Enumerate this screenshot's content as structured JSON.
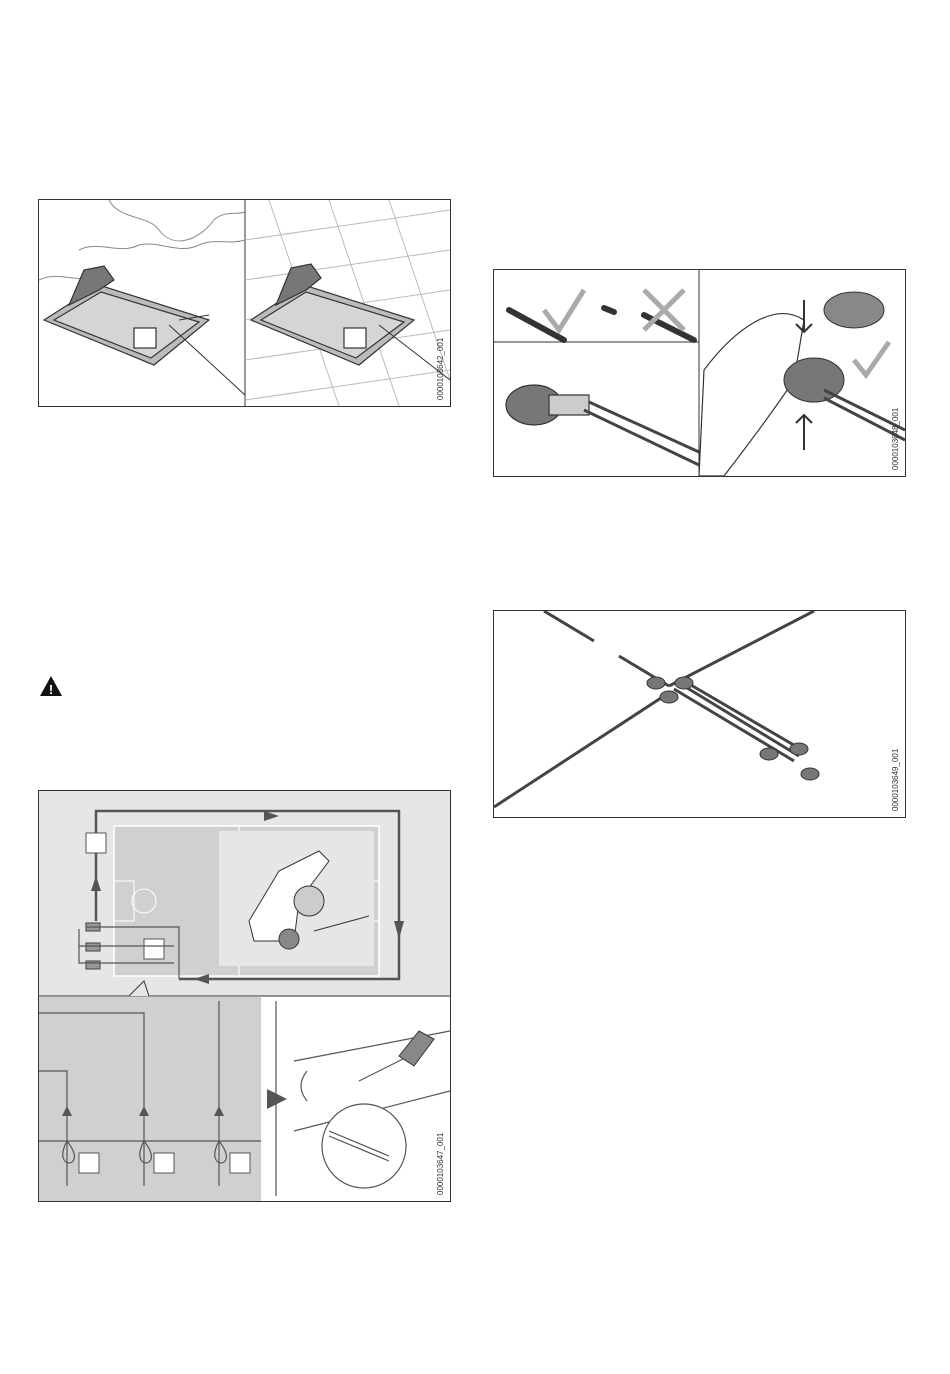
{
  "figures": {
    "fig1": {
      "id": "0000103642_001"
    },
    "fig2": {
      "id": "0000103648_001"
    },
    "fig3": {
      "id": "0000103649_001"
    },
    "fig4": {
      "id": "0000103647_001"
    }
  },
  "warning": {
    "icon": "warning-triangle-icon",
    "symbol": "!"
  },
  "colors": {
    "ink": "#333333",
    "grey_area": "#d0d0d0",
    "light_area": "#e6e6e6",
    "wire": "#555555"
  }
}
